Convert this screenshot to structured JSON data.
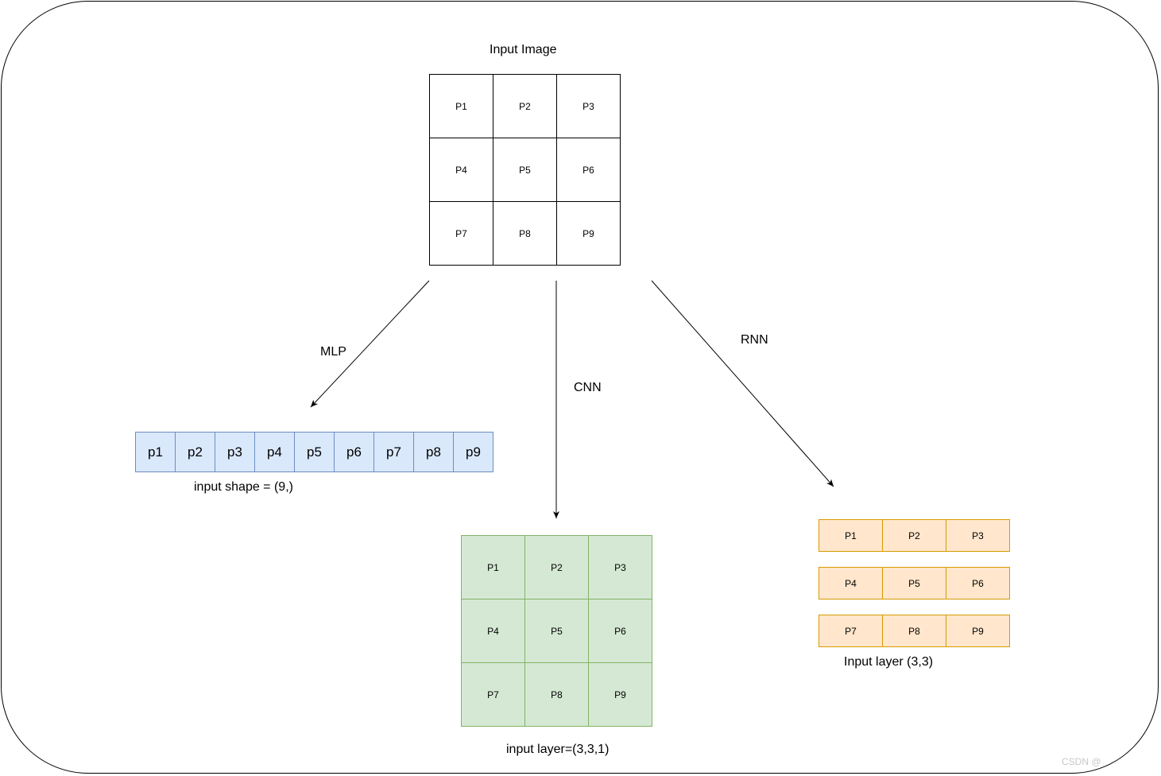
{
  "input_image": {
    "title": "Input Image",
    "cells": [
      "P1",
      "P2",
      "P3",
      "P4",
      "P5",
      "P6",
      "P7",
      "P8",
      "P9"
    ]
  },
  "mlp": {
    "edge_label": "MLP",
    "cells": [
      "p1",
      "p2",
      "p3",
      "p4",
      "p5",
      "p6",
      "p7",
      "p8",
      "p9"
    ],
    "caption": "input shape = (9,)"
  },
  "cnn": {
    "edge_label": "CNN",
    "cells": [
      "P1",
      "P2",
      "P3",
      "P4",
      "P5",
      "P6",
      "P7",
      "P8",
      "P9"
    ],
    "caption": "input layer=(3,3,1)"
  },
  "rnn": {
    "edge_label": "RNN",
    "rows": [
      [
        "P1",
        "P2",
        "P3"
      ],
      [
        "P4",
        "P5",
        "P6"
      ],
      [
        "P7",
        "P8",
        "P9"
      ]
    ],
    "caption": "Input layer (3,3)"
  },
  "watermark": "CSDN @",
  "colors": {
    "mlp_fill": "#dae8fc",
    "mlp_stroke": "#6c8ebf",
    "cnn_fill": "#d5e8d4",
    "cnn_stroke": "#82b366",
    "rnn_fill": "#ffe6cc",
    "rnn_stroke": "#d79b00"
  }
}
